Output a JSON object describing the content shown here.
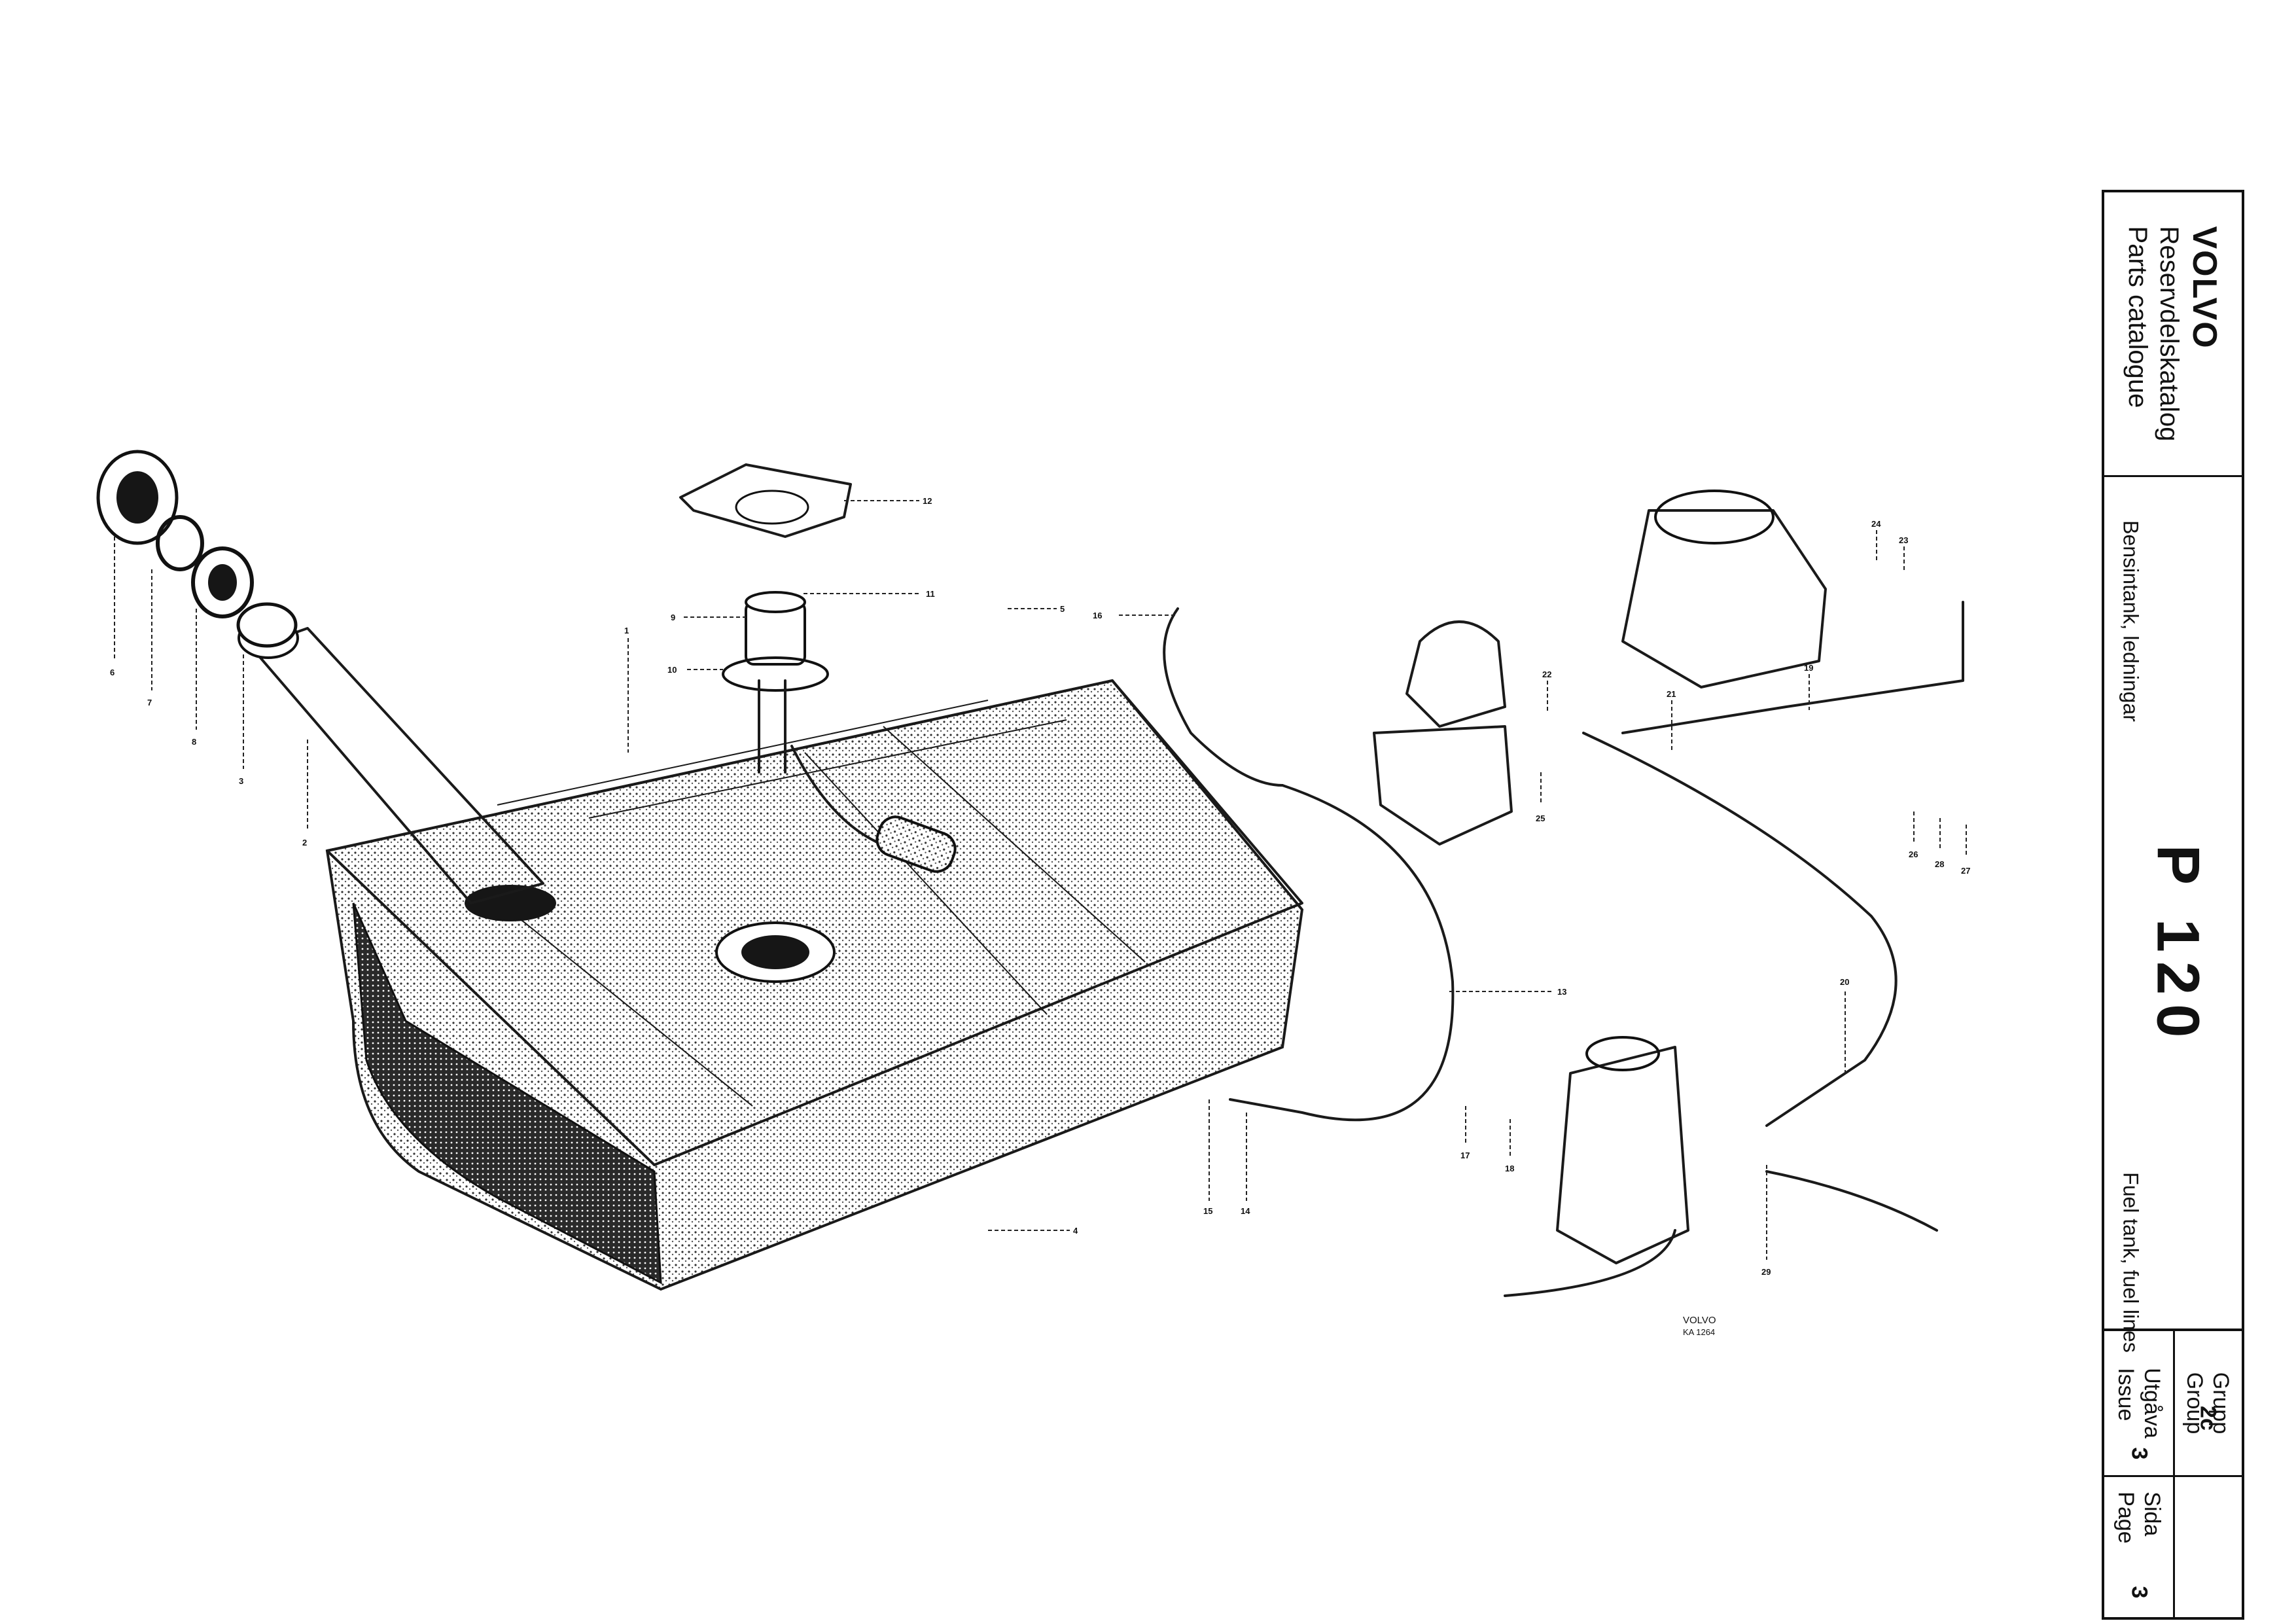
{
  "title_block": {
    "brand": "VOLVO",
    "catalog_sv": "Reservdelskatalog",
    "catalog_en": "Parts catalogue",
    "model": "P 120",
    "caption_sv": "Bensintank, ledningar",
    "caption_en": "Fuel tank, fuel lines",
    "group_sv": "Grupp",
    "group_en": "Group",
    "group_value": "2c",
    "issue_sv": "Utgåva",
    "issue_en": "Issue",
    "issue_value": "3",
    "page_sv": "Sida",
    "page_en": "Page",
    "page_value": "3"
  },
  "drawing_reference": {
    "maker": "VOLVO",
    "code": "KA 1264"
  },
  "callouts": [
    "1",
    "2",
    "3",
    "4",
    "5",
    "6",
    "7",
    "8",
    "9",
    "10",
    "11",
    "12",
    "13",
    "14",
    "15",
    "16",
    "17",
    "18",
    "19",
    "20",
    "21",
    "22",
    "23",
    "24",
    "25",
    "26",
    "27",
    "28",
    "29"
  ],
  "colors": {
    "ink": "#111111",
    "paper": "#ffffff"
  }
}
